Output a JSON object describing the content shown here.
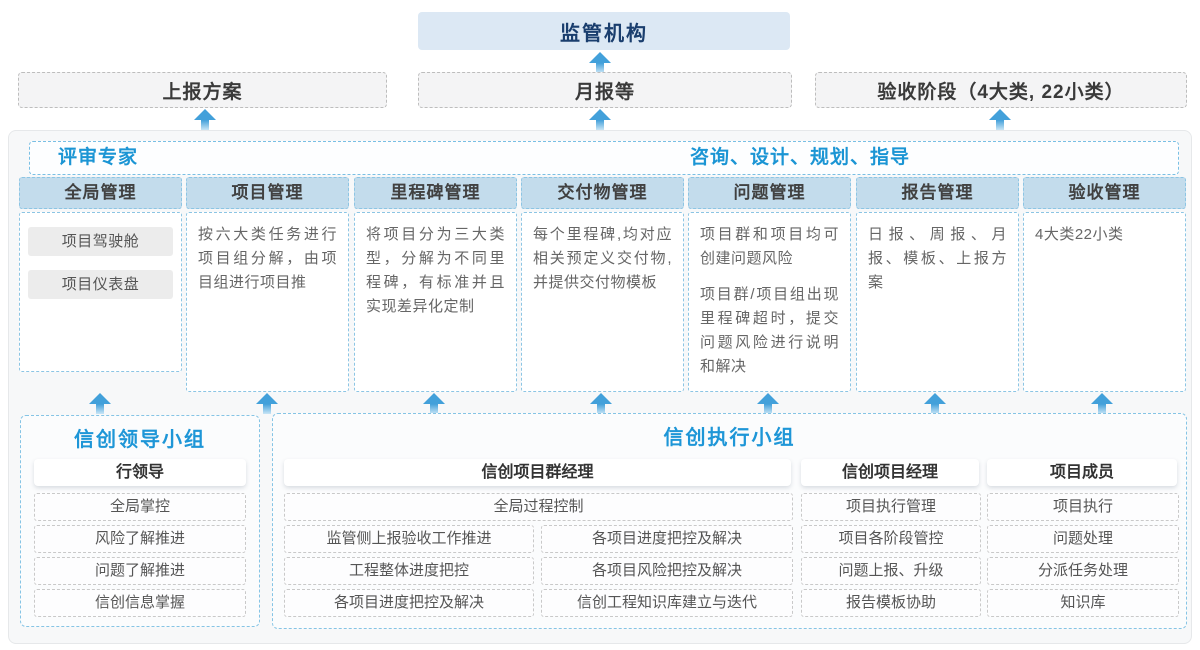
{
  "palette": {
    "accent_blue": "#1b95d4",
    "navy": "#1a3e6e",
    "column_header_fill": "#c3dcec",
    "regulator_fill": "#dce8f4",
    "arrow_blue": "#42a0da",
    "dashed_blue_border": "#85c4e5",
    "dashed_gray_border": "#bdbdbd"
  },
  "top": {
    "regulator_label": "监管机构",
    "outputs": [
      {
        "label": "上报方案"
      },
      {
        "label": "月报等"
      },
      {
        "label": "验收阶段（4大类, 22小类）"
      }
    ]
  },
  "platform": {
    "expert_label": "评审专家",
    "consult_label": "咨询、设计、规划、指导",
    "columns": [
      {
        "title": "全局管理",
        "pills": [
          "项目驾驶舱",
          "项目仪表盘"
        ]
      },
      {
        "title": "项目管理",
        "text": "按六大类任务进行项目组分解，由项目组进行项目推"
      },
      {
        "title": "里程碑管理",
        "text": "将项目分为三大类型，分解为不同里程碑，有标准并且实现差异化定制"
      },
      {
        "title": "交付物管理",
        "text": "每个里程碑,均对应相关预定义交付物,并提供交付物模板"
      },
      {
        "title": "问题管理",
        "para1": "项目群和项目均可创建问题风险",
        "para2": "项目群/项目组出现里程碑超时，提交问题风险进行说明和解决"
      },
      {
        "title": "报告管理",
        "text": "日报、周报、月报、模板、上报方案"
      },
      {
        "title": "验收管理",
        "text": "4大类22小类"
      }
    ]
  },
  "teams": {
    "leader": {
      "title": "信创领导小组",
      "role": "行领导",
      "items": [
        "全局掌控",
        "风险了解推进",
        "问题了解推进",
        "信创信息掌握"
      ]
    },
    "exec": {
      "title": "信创执行小组",
      "pgm": {
        "role": "信创项目群经理",
        "top_item": "全局过程控制",
        "left_items": [
          "监管侧上报验收工作推进",
          "工程整体进度把控",
          "各项目进度把控及解决"
        ],
        "right_items": [
          "各项目进度把控及解决",
          "各项目风险把控及解决",
          "信创工程知识库建立与迭代"
        ]
      },
      "pm": {
        "role": "信创项目经理",
        "items": [
          "项目执行管理",
          "项目各阶段管控",
          "问题上报、升级",
          "报告模板协助"
        ]
      },
      "member": {
        "role": "项目成员",
        "items": [
          "项目执行",
          "问题处理",
          "分派任务处理",
          "知识库"
        ]
      }
    }
  }
}
